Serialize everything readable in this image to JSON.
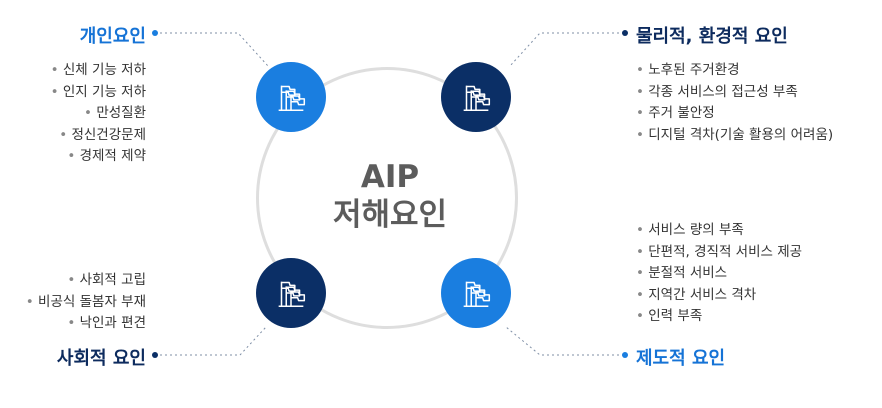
{
  "center": {
    "line1": "AIP",
    "line2": "저해요인"
  },
  "colors": {
    "light_blue": "#1a7ee0",
    "dark_navy": "#0b2f66",
    "heading_light": "#1573d6",
    "heading_dark": "#0d2b5e",
    "connector": "#7f8fa6"
  },
  "icon_name": "flags-icon",
  "quadrants": {
    "top_left": {
      "heading": "개인요인",
      "bullets": [
        "신체 기능 저하",
        "인지 기능 저하",
        "만성질환",
        "정신건강문제",
        "경제적 제약"
      ]
    },
    "top_right": {
      "heading": "물리적, 환경적 요인",
      "bullets": [
        "노후된 주거환경",
        "각종 서비스의 접근성 부족",
        "주거 불안정",
        "디지털 격차(기술 활용의 어려움)"
      ]
    },
    "bottom_left": {
      "heading": "사회적 요인",
      "bullets": [
        "사회적 고립",
        "비공식 돌봄자 부재",
        "낙인과 편견"
      ]
    },
    "bottom_right": {
      "heading": "제도적 요인",
      "bullets": [
        "서비스 량의 부족",
        "단편적, 경직적 서비스 제공",
        "분절적 서비스",
        "지역간 서비스 격차",
        "인력 부족"
      ]
    }
  }
}
